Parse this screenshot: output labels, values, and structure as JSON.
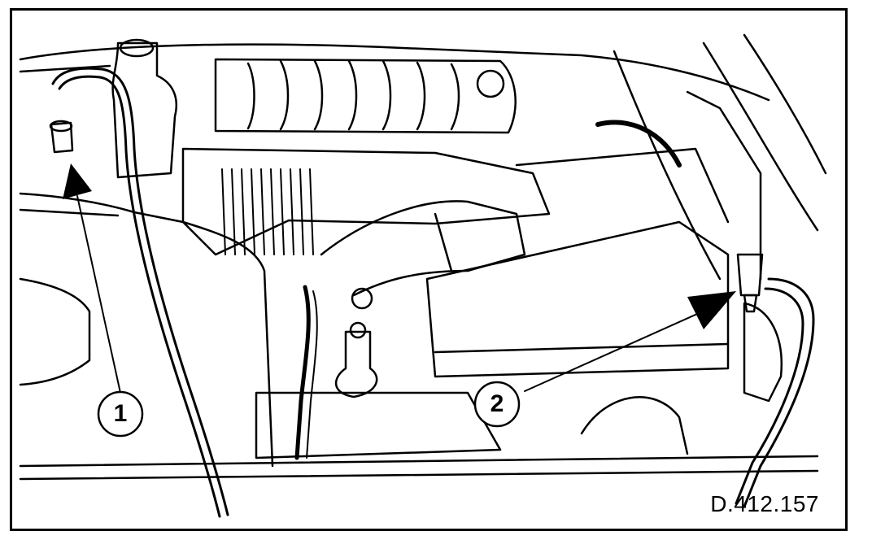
{
  "figure": {
    "reference_code": "D.412.157",
    "callouts": [
      {
        "id": "1",
        "label": "1"
      },
      {
        "id": "2",
        "label": "2"
      }
    ]
  },
  "colors": {
    "ink": "#000000",
    "paper": "#ffffff"
  }
}
